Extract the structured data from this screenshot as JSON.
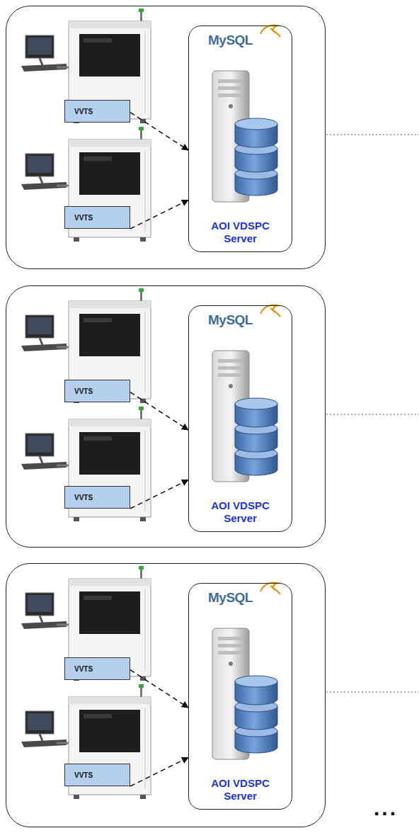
{
  "diagram": {
    "nodes": [
      {
        "text": []
      },
      {
        "text": [
          "VVTS"
        ],
        "in": 0
      },
      {
        "text": [
          "VVTS"
        ],
        "in": 0
      },
      {
        "text": [
          "MySQL",
          "AOI VDSPC Server"
        ],
        "in": 0
      },
      {
        "text": []
      },
      {
        "text": [
          "VVTS"
        ],
        "in": 4
      },
      {
        "text": [
          "VVTS"
        ],
        "in": 4
      },
      {
        "text": [
          "MySQL",
          "AOI VDSPC Server"
        ],
        "in": 4
      },
      {
        "text": []
      },
      {
        "text": [
          "VVTS"
        ],
        "in": 8
      },
      {
        "text": [
          "VVTS"
        ],
        "in": 8
      },
      {
        "text": [
          "MySQL",
          "AOI VDSPC Server"
        ],
        "in": 8
      }
    ],
    "edges": [
      {
        "from": 1,
        "to": 3,
        "arrow": "to"
      },
      {
        "from": 2,
        "to": 3,
        "arrow": "to"
      },
      {
        "from": 5,
        "to": 7,
        "arrow": "to"
      },
      {
        "from": 6,
        "to": 7,
        "arrow": "to"
      },
      {
        "from": 9,
        "to": 11,
        "arrow": "to"
      },
      {
        "from": 10,
        "to": 11,
        "arrow": "to"
      }
    ],
    "labels": [
      "..."
    ]
  }
}
